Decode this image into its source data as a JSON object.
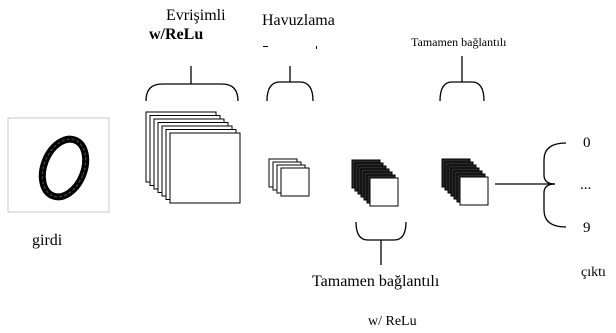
{
  "labels": {
    "conv": "Evrişimli",
    "conv_activation": "w/ReLu",
    "pool": "Havuzlama",
    "fc_top": "Tamamen bağlantılı",
    "input": "girdi",
    "fc_bottom": "Tamamen bağlantılı",
    "fc_bottom_activation": "w/ ReLu",
    "output": "çıktı",
    "output_first": "0",
    "output_ellipsis": "...",
    "output_last": "9"
  },
  "colors": {
    "line": "#000000",
    "layer_face": "#ffffff",
    "dense_layer_face": "#2a2a2a",
    "input_border": "#c8c8c8"
  }
}
